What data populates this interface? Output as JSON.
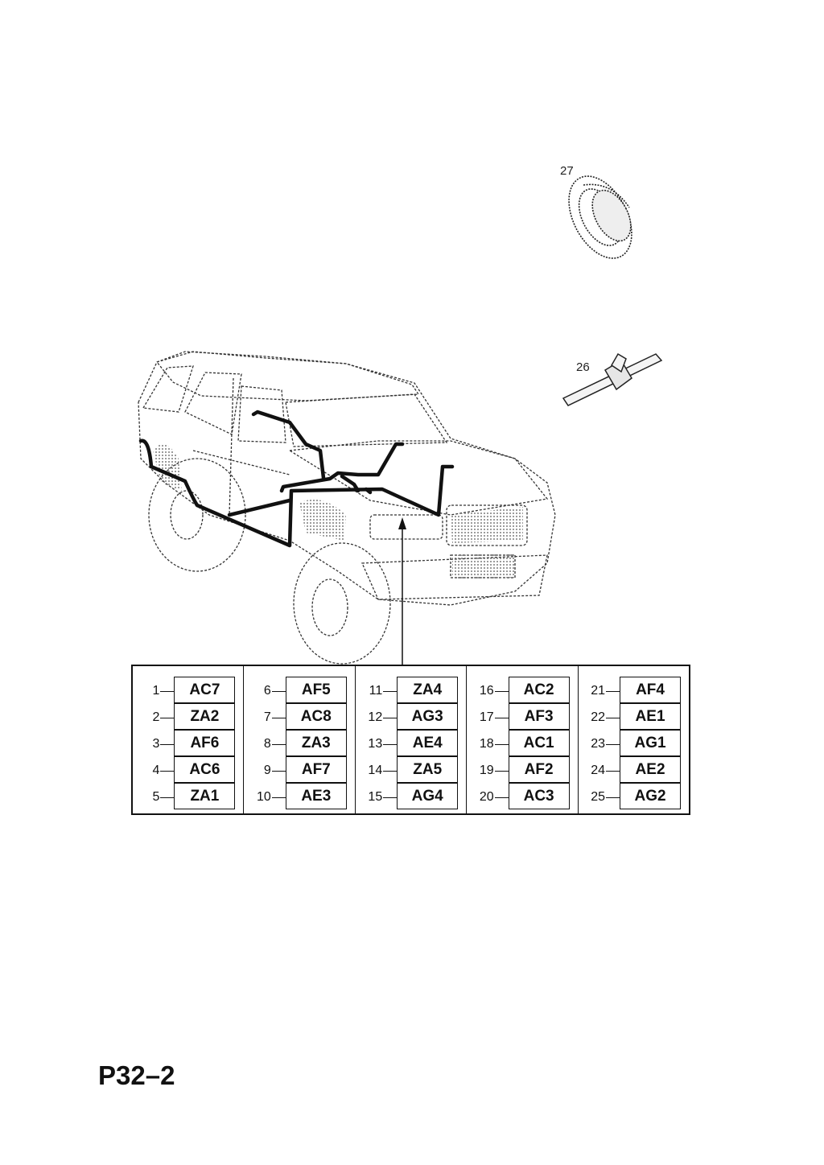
{
  "parts": {
    "grommet": {
      "number": "27",
      "icon": "grommet-icon"
    },
    "clip": {
      "number": "26",
      "icon": "cable-clip-icon"
    },
    "vehicle": {
      "icon": "vehicle-harness-icon"
    }
  },
  "legend": {
    "columns": [
      [
        {
          "num": "1",
          "code": "AC7"
        },
        {
          "num": "2",
          "code": "ZA2"
        },
        {
          "num": "3",
          "code": "AF6"
        },
        {
          "num": "4",
          "code": "AC6"
        },
        {
          "num": "5",
          "code": "ZA1"
        }
      ],
      [
        {
          "num": "6",
          "code": "AF5"
        },
        {
          "num": "7",
          "code": "AC8"
        },
        {
          "num": "8",
          "code": "ZA3"
        },
        {
          "num": "9",
          "code": "AF7"
        },
        {
          "num": "10",
          "code": "AE3"
        }
      ],
      [
        {
          "num": "11",
          "code": "ZA4"
        },
        {
          "num": "12",
          "code": "AG3"
        },
        {
          "num": "13",
          "code": "AE4"
        },
        {
          "num": "14",
          "code": "ZA5"
        },
        {
          "num": "15",
          "code": "AG4"
        }
      ],
      [
        {
          "num": "16",
          "code": "AC2"
        },
        {
          "num": "17",
          "code": "AF3"
        },
        {
          "num": "18",
          "code": "AC1"
        },
        {
          "num": "19",
          "code": "AF2"
        },
        {
          "num": "20",
          "code": "AC3"
        }
      ],
      [
        {
          "num": "21",
          "code": "AF4"
        },
        {
          "num": "22",
          "code": "AE1"
        },
        {
          "num": "23",
          "code": "AG1"
        },
        {
          "num": "24",
          "code": "AE2"
        },
        {
          "num": "25",
          "code": "AG2"
        }
      ]
    ]
  },
  "page_code": "P32–2"
}
